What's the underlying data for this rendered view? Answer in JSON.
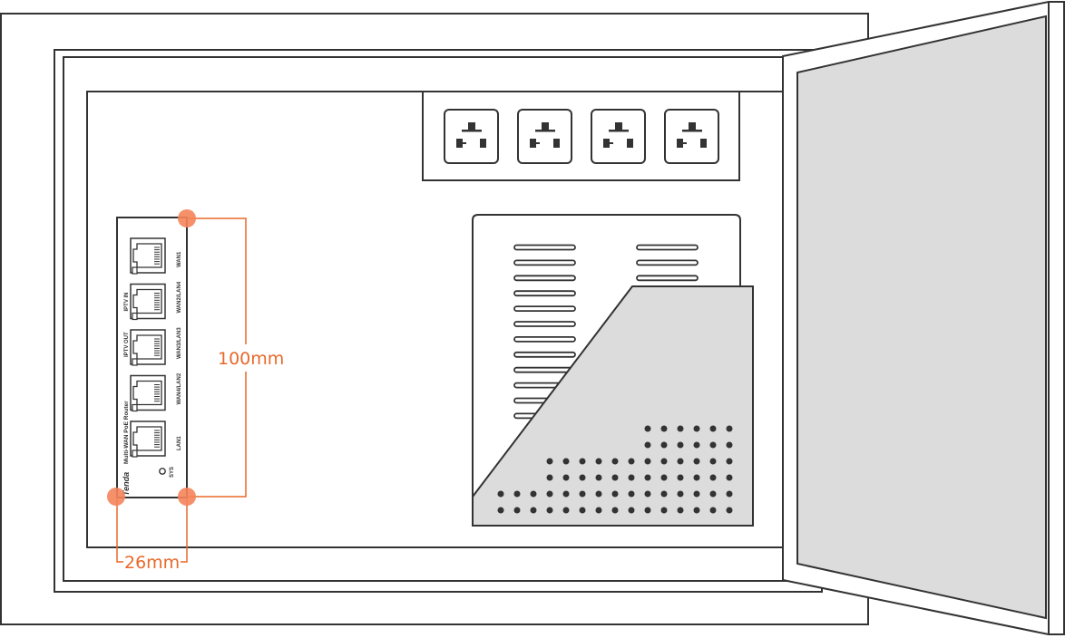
{
  "colors": {
    "stroke": "#333333",
    "door_fill": "#dcdcdc",
    "accent": "#e8692a",
    "marker": "#f4845a"
  },
  "router": {
    "brand": "Tenda",
    "model": "Multi-WAN PoE Router",
    "led_label": "SYS",
    "ports": [
      {
        "label": "WAN1",
        "side_label": ""
      },
      {
        "label": "WAN2/LAN4",
        "side_label": "IPTV IN"
      },
      {
        "label": "WAN3/LAN3",
        "side_label": "IPTV OUT"
      },
      {
        "label": "WAN4/LAN2",
        "side_label": ""
      },
      {
        "label": "LAN1",
        "side_label": ""
      }
    ]
  },
  "dimensions": {
    "height_label": "100mm",
    "width_label": "26mm"
  },
  "outlets": {
    "count": 4
  }
}
